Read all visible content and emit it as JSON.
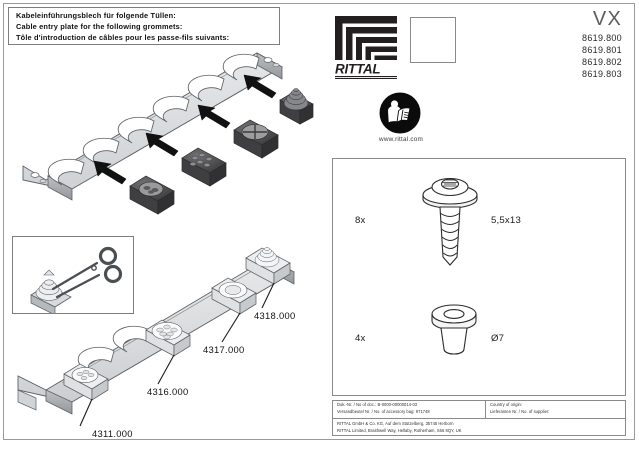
{
  "header": {
    "line_de": "Kabeleinführungsblech für folgende Tüllen:",
    "line_en": "Cable entry plate for the following grommets:",
    "line_fr": "Tôle d'introduction de câbles pour les passe-fils suivants:"
  },
  "brand": {
    "logo_text": "RITTAL",
    "url": "www.rittal.com",
    "model": "VX",
    "part_numbers": [
      "8619.800",
      "8619.801",
      "8619.802",
      "8619.803"
    ],
    "manual_icon": "read-manual-icon"
  },
  "drawing": {
    "callouts": [
      {
        "label": "4311.000"
      },
      {
        "label": "4316.000"
      },
      {
        "label": "4317.000"
      },
      {
        "label": "4318.000"
      }
    ],
    "scissors_icon": "scissors-cut-grommet-icon"
  },
  "parts": [
    {
      "qty": "8x",
      "spec": "5,5x13",
      "icon": "flange-head-screw-icon"
    },
    {
      "qty": "4x",
      "spec": "Ø7",
      "icon": "rubber-grommet-icon"
    }
  ],
  "footer": {
    "doc_label": "Dok.-Nr. / No of doc.: B-0000-00000014-03",
    "bag_label": "Versandbeutel Nr. / No. of accessory bag: 971748",
    "origin_label": "Country of origin:",
    "supplier_label": "Lieferanten Nr. / No. of supplier:",
    "address_de": "RITTAL GmbH & Co. KG, Auf dem Stützelberg, 35745 Herborn",
    "address_uk": "RITTAL Limited, Braithwell Way, Hellaby, Rotherham, S66 8QY, UK"
  },
  "colors": {
    "metal_light": "#e8e8ea",
    "metal_mid": "#c9cbce",
    "metal_dark": "#a7aaae",
    "grommet_dark": "#4a4a4c",
    "line": "#3c3c3c",
    "accent_text": "#5c5c5c"
  }
}
